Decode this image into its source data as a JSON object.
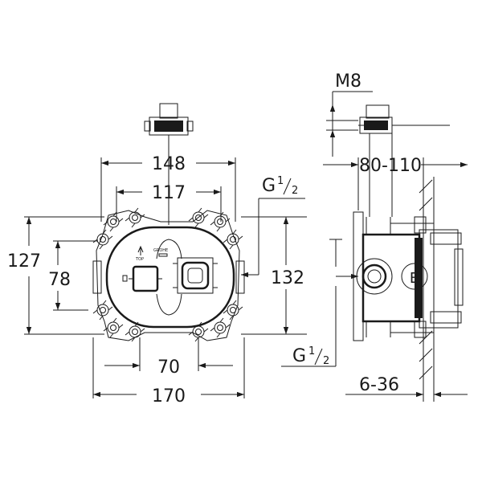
{
  "diagram": {
    "front_view": {
      "dim_width_outer": "148",
      "dim_width_inner": "117",
      "dim_height_outer": "127",
      "dim_height_inner": "78",
      "dim_height_right": "132",
      "dim_bottom_inner": "70",
      "dim_bottom_outer": "170",
      "thread_top": "G",
      "thread_bottom": "G",
      "thread_fraction_num": "1",
      "thread_fraction_den": "2",
      "brand_mark": "GROHE",
      "top_mark": "TOP"
    },
    "side_view": {
      "bolt_label": "M8",
      "depth_range": "80-110",
      "wall_range": "6-36",
      "port_label": "B"
    }
  }
}
